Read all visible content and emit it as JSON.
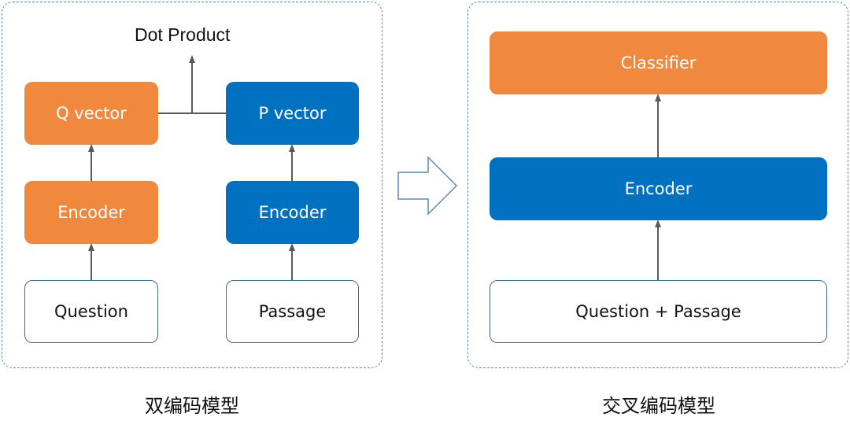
{
  "bi_encoder": {
    "caption": "双编码模型",
    "dot_product": "Dot Product",
    "q_vector": "Q vector",
    "p_vector": "P vector",
    "encoder_left": "Encoder",
    "encoder_right": "Encoder",
    "question": "Question",
    "passage": "Passage"
  },
  "cross_encoder": {
    "caption": "交叉编码模型",
    "classifier": "Classifier",
    "encoder": "Encoder",
    "input": "Question + Passage"
  },
  "colors": {
    "orange": "#f0883e",
    "blue": "#0071c1",
    "panel_border": "#5b8bb5",
    "arrow": "#595959"
  }
}
